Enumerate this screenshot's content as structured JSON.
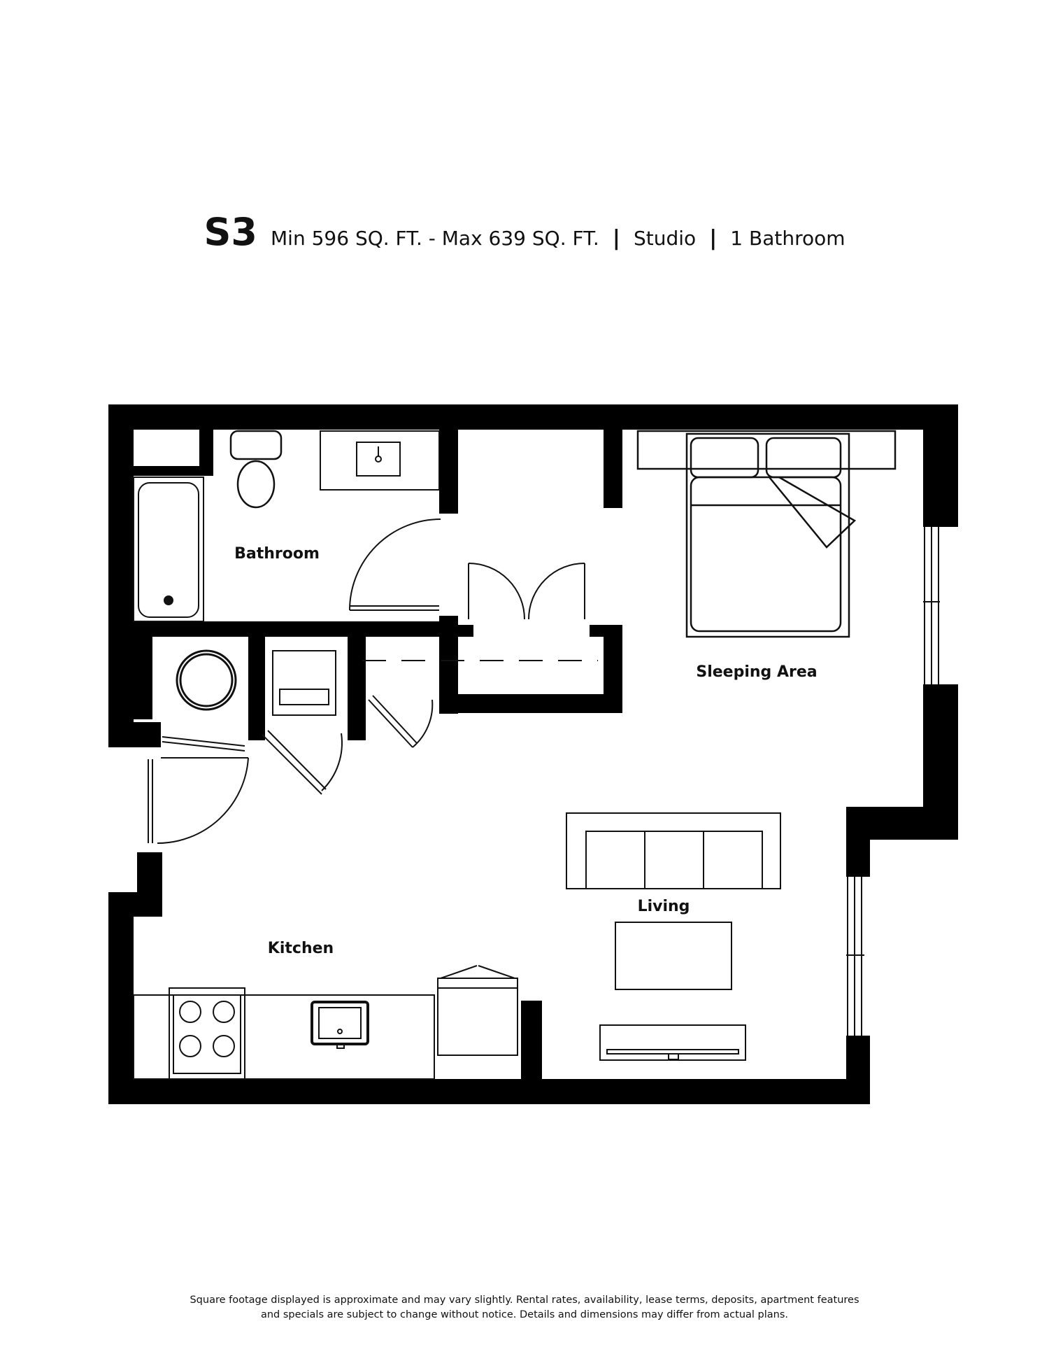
{
  "header": {
    "plan_name": "S3",
    "sqft": "Min 596 SQ. FT. - Max 639 SQ. FT.",
    "separator": "|",
    "bedrooms": "Studio",
    "bathrooms": "1 Bathroom"
  },
  "rooms": {
    "bathroom": "Bathroom",
    "sleeping_area": "Sleeping Area",
    "living": "Living",
    "kitchen": "Kitchen"
  },
  "disclaimer": {
    "line1": "Square footage displayed is approximate and may vary slightly. Rental rates, availability, lease terms, deposits, apartment features",
    "line2": "and specials are subject to change without notice. Details and dimensions may differ from actual plans."
  }
}
